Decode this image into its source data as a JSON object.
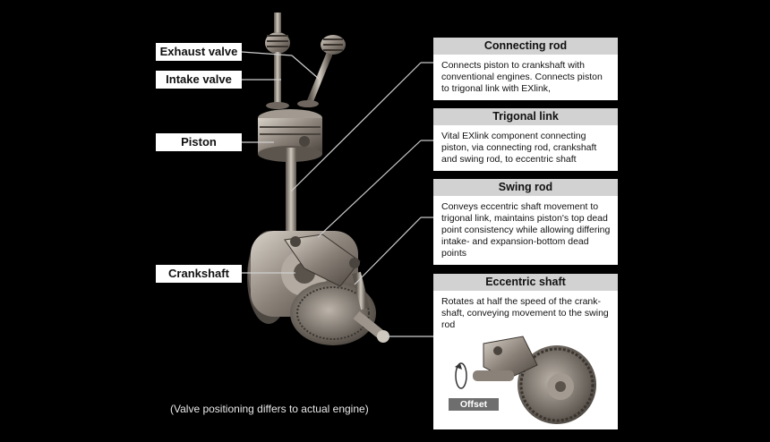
{
  "labels": {
    "exhaust_valve": "Exhaust valve",
    "intake_valve": "Intake valve",
    "piston": "Piston",
    "crankshaft": "Crankshaft"
  },
  "cards": [
    {
      "title": "Connecting rod",
      "body": "Connects piston to crankshaft with conventional engines. Connects piston to trigonal link with EXlink,"
    },
    {
      "title": "Trigonal link",
      "body": "Vital EXlink component connecting piston, via connecting rod, crankshaft and swing rod, to eccentric shaft"
    },
    {
      "title": "Swing rod",
      "body": "Conveys eccentric shaft movement to trigonal link, maintains piston's top dead point consistency while allowing differing intake- and expansion-bottom dead points"
    },
    {
      "title": "Eccentric shaft",
      "body": "Rotates at half the speed of the crank-shaft, conveying movement to the swing rod"
    }
  ],
  "inset": {
    "offset_label": "Offset"
  },
  "caption": "(Valve positioning differs to actual engine)",
  "colors": {
    "background": "#000000",
    "card_title_bg": "#d2d2d2",
    "metal": "#8a8178"
  }
}
